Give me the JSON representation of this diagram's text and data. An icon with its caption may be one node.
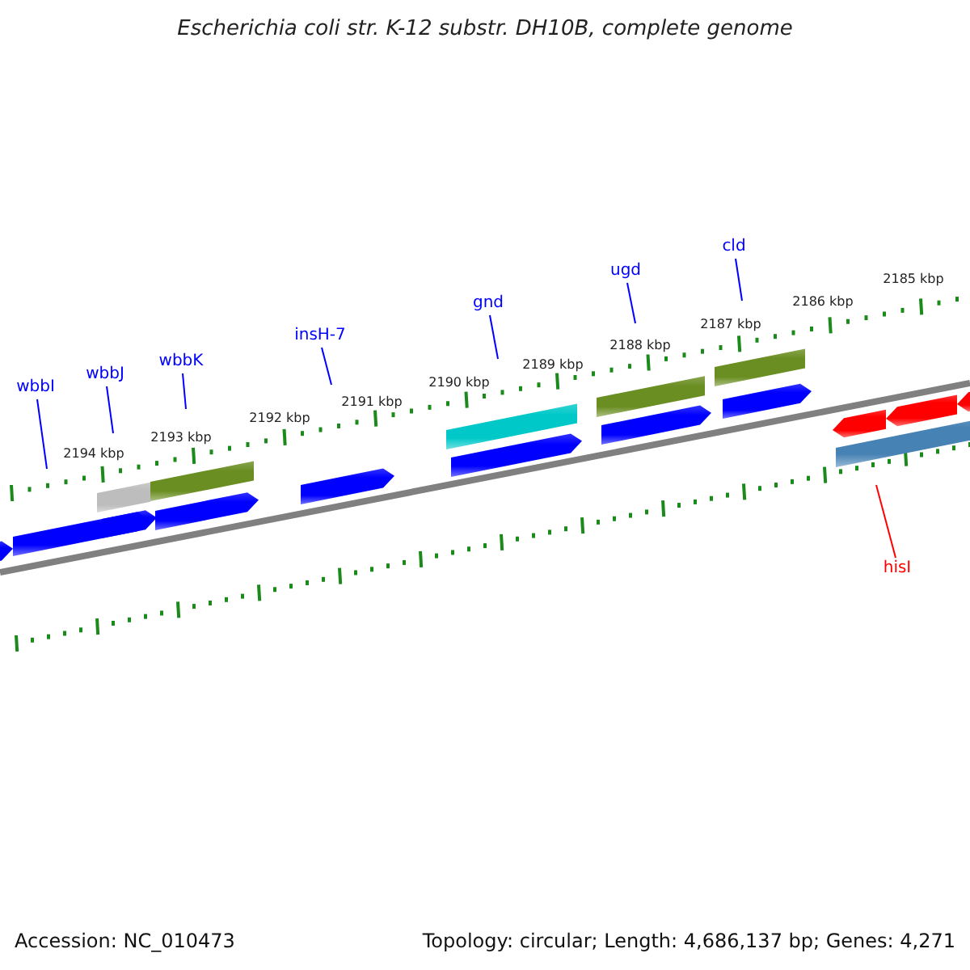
{
  "diagram": {
    "title": "Escherichia coli str. K-12 substr. DH10B, complete genome",
    "nodes": [
      {
        "text": [
          "wbbI"
        ]
      },
      {
        "text": [
          "wbbJ"
        ]
      },
      {
        "text": [
          "wbbK"
        ]
      },
      {
        "text": [
          "insH-7"
        ]
      },
      {
        "text": [
          "gnd"
        ]
      },
      {
        "text": [
          "ugd"
        ]
      },
      {
        "text": [
          "cld"
        ]
      },
      {
        "text": [
          "hisI"
        ]
      }
    ],
    "edges": [
      {
        "from": 0,
        "to": null,
        "arrow": "none"
      },
      {
        "from": 1,
        "to": null,
        "arrow": "none"
      },
      {
        "from": 2,
        "to": null,
        "arrow": "none"
      },
      {
        "from": 3,
        "to": null,
        "arrow": "none"
      },
      {
        "from": 4,
        "to": null,
        "arrow": "none"
      },
      {
        "from": 5,
        "to": null,
        "arrow": "none"
      },
      {
        "from": 6,
        "to": null,
        "arrow": "none"
      },
      {
        "from": 7,
        "to": null,
        "arrow": "none",
        "color": "#ff0000"
      }
    ],
    "labels": [
      "2185 kbp",
      "2186 kbp",
      "2187 kbp",
      "2188 kbp",
      "2189 kbp",
      "2190 kbp",
      "2191 kbp",
      "2192 kbp",
      "2193 kbp",
      "2194 kbp",
      "Accession: NC_010473",
      "Topology: circular; Length: 4,686,137 bp; Genes: 4,271"
    ]
  }
}
